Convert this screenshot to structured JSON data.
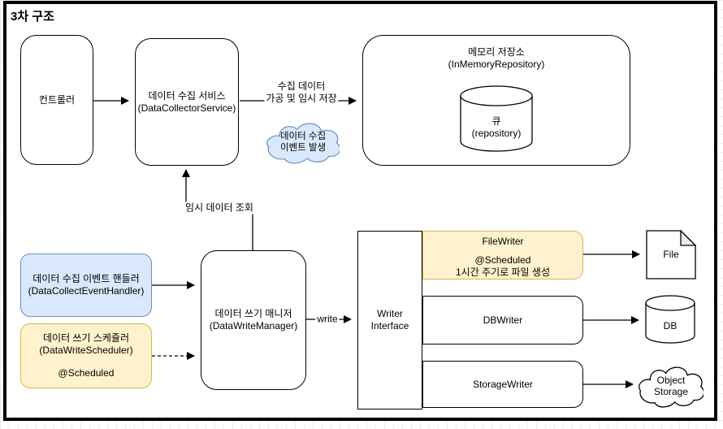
{
  "title": "3차 구조",
  "colors": {
    "blue_fill": "#dae8fc",
    "blue_stroke": "#6c8ebf",
    "yellow_fill": "#fff2cc",
    "yellow_stroke": "#d6b656",
    "line": "#000000"
  },
  "nodes": {
    "controller": {
      "label": "컨트롤러"
    },
    "collector_service": {
      "label": "데이터 수집 서비스",
      "sublabel": "(DataCollectorService)"
    },
    "memory_repo": {
      "label": "메모리 저장소",
      "sublabel": "(InMemoryRepository)"
    },
    "queue": {
      "label": "큐",
      "sublabel": "(repository)"
    },
    "event_cloud": {
      "line1": "데이터 수집",
      "line2": "이벤트 발생"
    },
    "event_handler": {
      "label": "데이터 수집 이벤트 핸들러",
      "sublabel": "(DataCollectEventHandler)"
    },
    "write_scheduler": {
      "label": "데이터 쓰기 스케쥴러",
      "sublabel": "(DataWriteScheduler)",
      "annotation": "@Scheduled"
    },
    "write_manager": {
      "label": "데이터 쓰기 매니저",
      "sublabel": "(DataWriteManager)"
    },
    "writer_interface": {
      "line1": "Writer",
      "line2": "Interface"
    },
    "file_writer": {
      "label": "FileWriter",
      "annotation": "@Scheduled",
      "note": "1시간 주기로 파일 생성"
    },
    "db_writer": {
      "label": "DBWriter"
    },
    "storage_writer": {
      "label": "StorageWriter"
    },
    "file": {
      "label": "File"
    },
    "db": {
      "label": "DB"
    },
    "object_storage": {
      "line1": "Object",
      "line2": "Storage"
    }
  },
  "edges": {
    "collect_line1": "수집 데이터",
    "collect_line2": "가공 및 임시 저장",
    "temp_query": "임시 데이터 조회",
    "write": "write"
  }
}
